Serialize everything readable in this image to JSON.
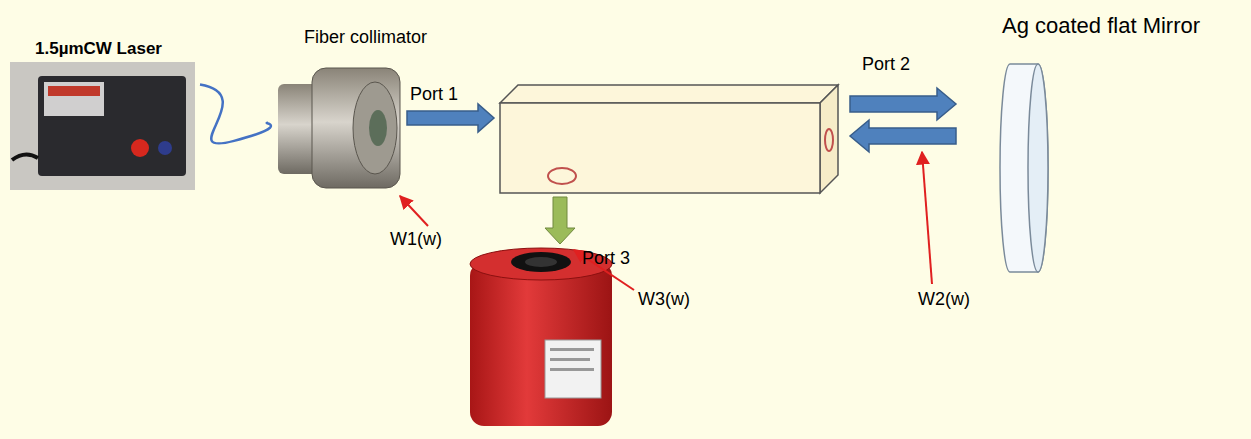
{
  "diagram": {
    "nodes": [
      {
        "text": [
          "1.5µmCW Laser"
        ]
      },
      {
        "text": [
          "Fiber collimator"
        ]
      },
      {
        "text": [
          "Ag coated flat Mirror"
        ]
      }
    ],
    "edges": [
      {
        "from": 0,
        "to": 1,
        "arrow": "none"
      }
    ],
    "labels": [
      "Port 1",
      "W1(w)",
      "Port 3",
      "W3(w)",
      "Port 2",
      "W2(w)"
    ]
  }
}
